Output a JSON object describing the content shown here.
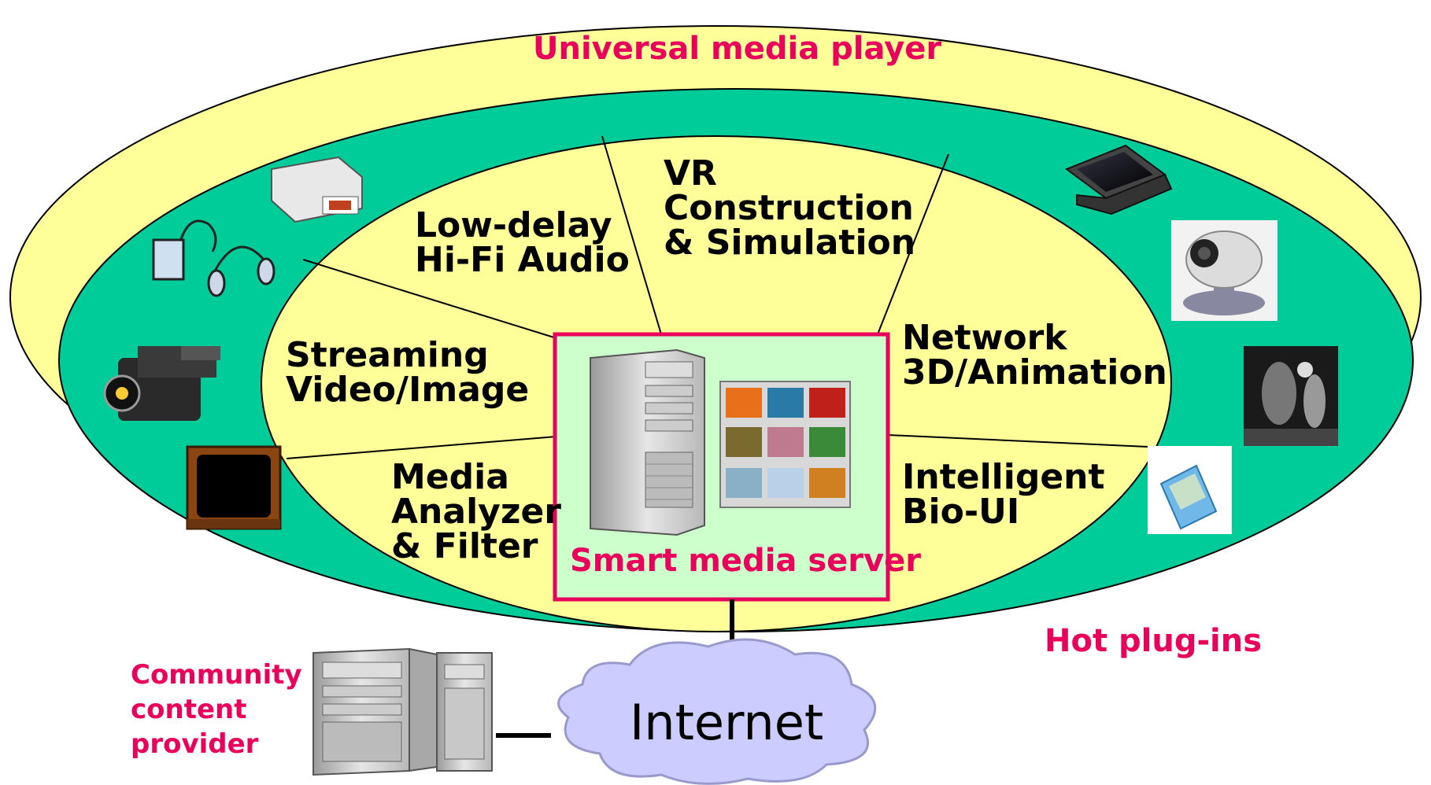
{
  "title": "Universal media player",
  "segments": {
    "audio": "Low-delay\nHi-Fi Audio",
    "vr": "VR\nConstruction\n& Simulation",
    "network3d": "Network\n3D/Animation",
    "streaming": "Streaming\nVideo/Image",
    "analyzer": "Media\nAnalyzer\n& Filter",
    "bioui": "Intelligent\nBio-UI"
  },
  "server_label": "Smart media server",
  "hot_plugins_label": "Hot plug-ins",
  "provider_label": "Community\ncontent\nprovider",
  "internet_label": "Internet",
  "icons": [
    "printer-icon",
    "headphones-icon",
    "camcorder-icon",
    "television-icon",
    "laptop-icon",
    "webcam-icon",
    "game-scene-icon",
    "pda-icon",
    "server-tower-icon",
    "image-gallery-icon",
    "server-cabinet-icon",
    "cloud-icon"
  ],
  "colors": {
    "outer_ring": "#ffff99",
    "middle_ring": "#00cc99",
    "inner_ellipse": "#ffff99",
    "server_box_fill": "#ccffcc",
    "server_box_border": "#e8005a",
    "accent_text": "#e8005a",
    "cloud": "#ccccff"
  }
}
